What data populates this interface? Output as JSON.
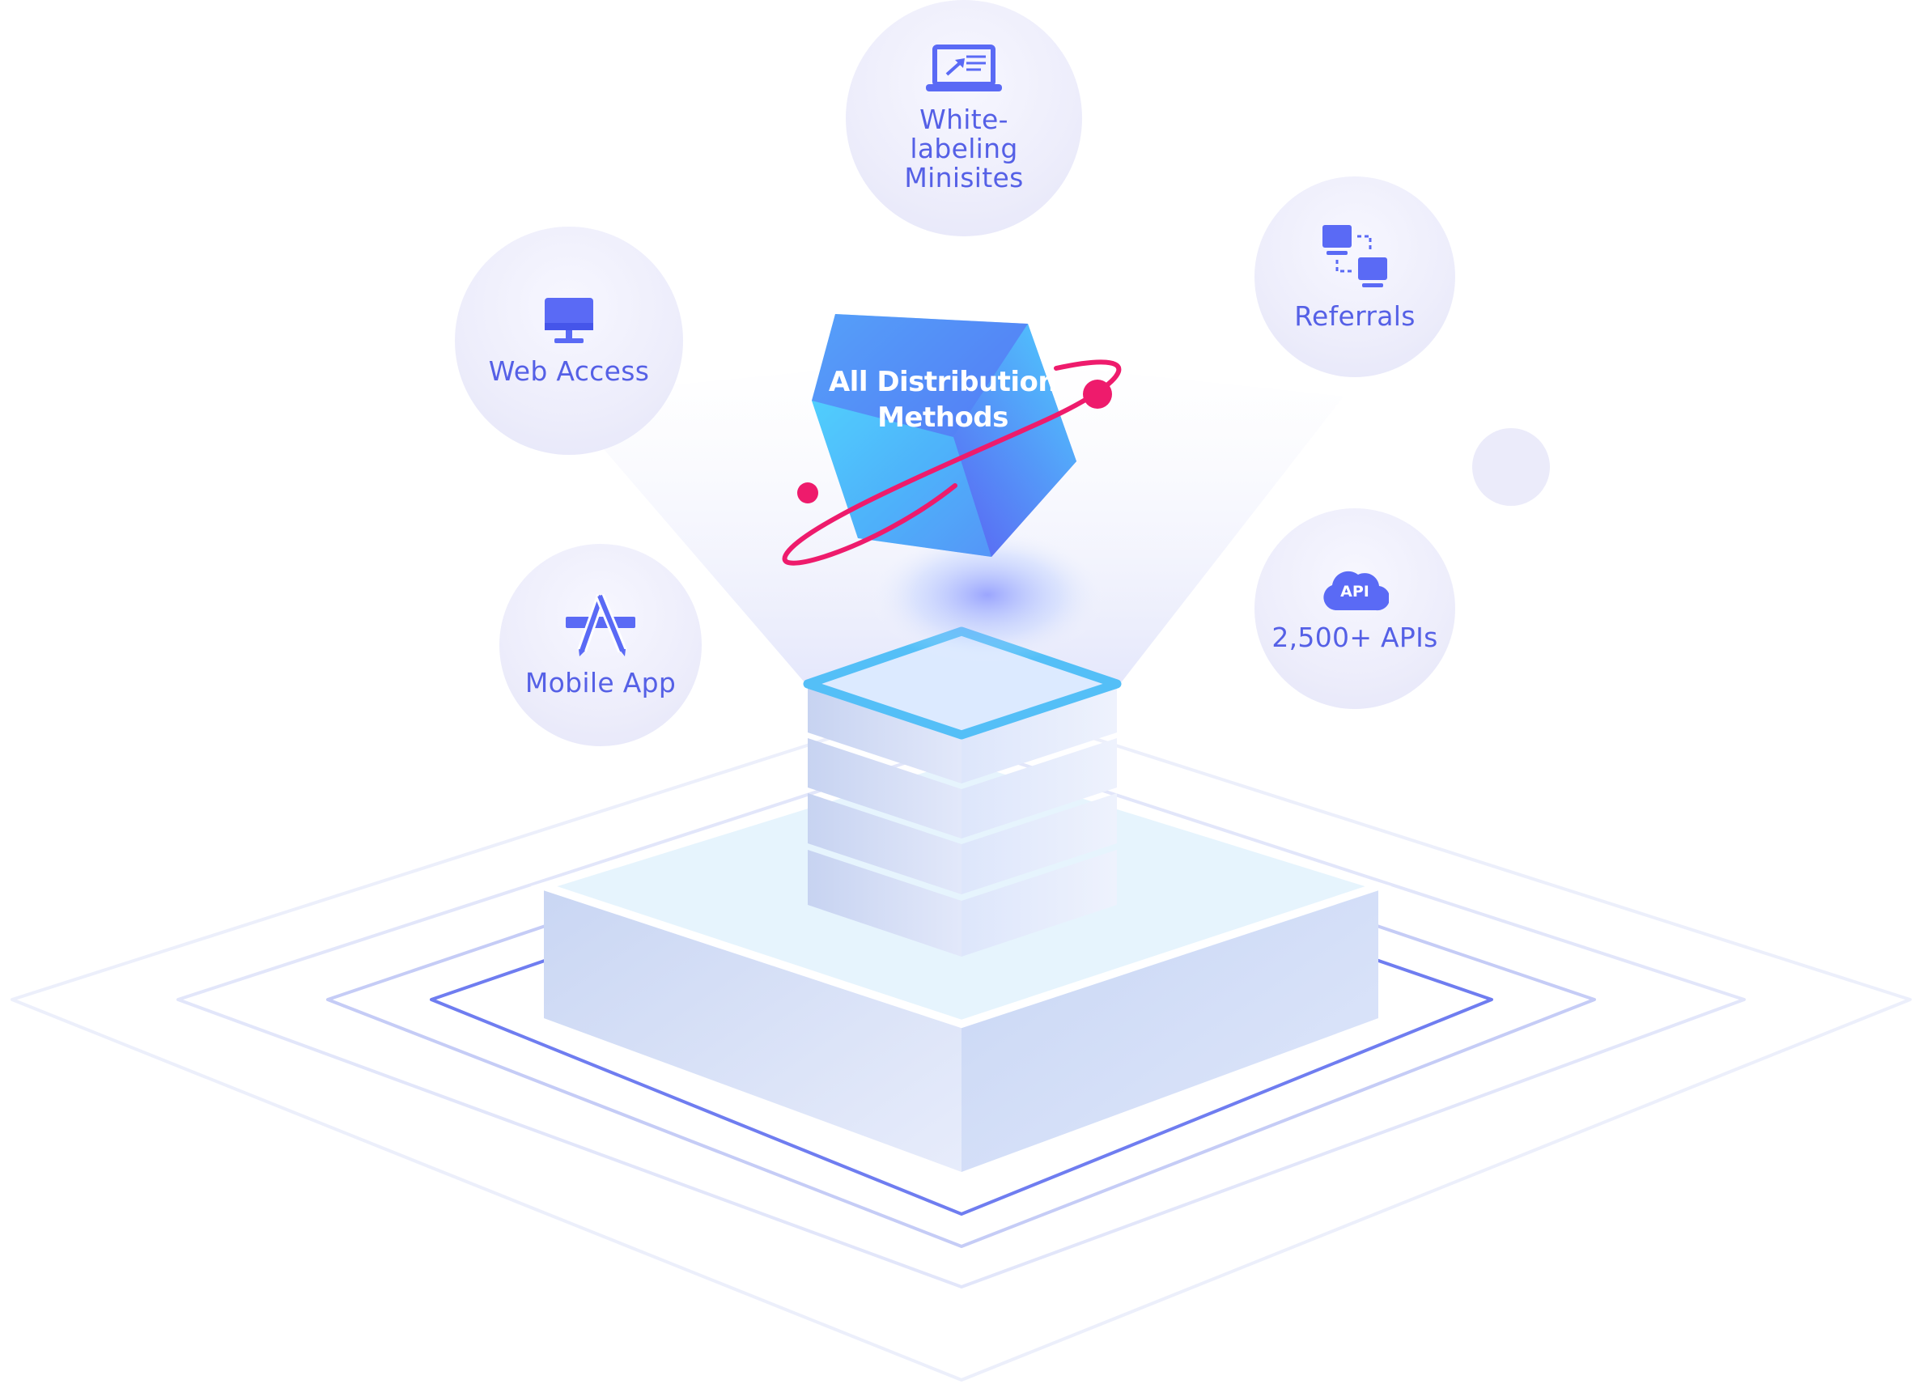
{
  "center": {
    "label": "All Distribution Methods"
  },
  "methods": [
    {
      "label": "White-labeling Minisites",
      "icon": "laptop-icon"
    },
    {
      "label": "Web Access",
      "icon": "desktop-monitor-icon"
    },
    {
      "label": "Referrals",
      "icon": "connected-computers-icon"
    },
    {
      "label": "Mobile App",
      "icon": "app-store-icon"
    },
    {
      "label": "2,500+ APIs",
      "icon": "api-cloud-icon",
      "icon_text": "API"
    }
  ],
  "colors": {
    "label": "#5560e6",
    "icon": "#5a6af5",
    "orbit": "#ee1b6c",
    "cube_start": "#4fe0ff",
    "cube_end": "#5b5cf3",
    "rings": "#6f7df0"
  }
}
